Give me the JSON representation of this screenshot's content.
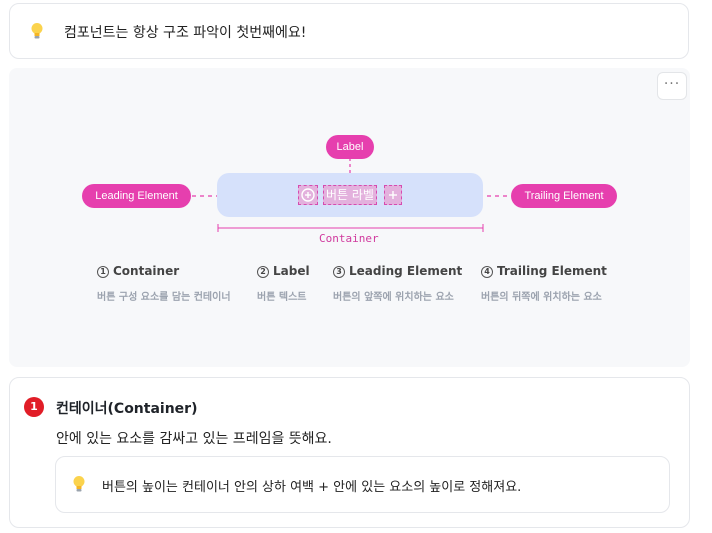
{
  "top_callout": {
    "icon": "lightbulb-icon",
    "text": "컴포넌트는 항상 구조 파악이 첫번째에요!"
  },
  "diagram": {
    "more_label": "···",
    "pills": {
      "label": "Label",
      "leading": "Leading Element",
      "trailing": "Trailing Element"
    },
    "button_text": "버튼 라벨",
    "container_label": "Container",
    "legend": [
      {
        "num": "1",
        "title": "Container",
        "desc": "버튼 구성 요소를 담는 컨테이너"
      },
      {
        "num": "2",
        "title": "Label",
        "desc": "버튼 텍스트"
      },
      {
        "num": "3",
        "title": "Leading Element",
        "desc": "버튼의 앞쪽에 위치하는 요소"
      },
      {
        "num": "4",
        "title": "Trailing Element",
        "desc": "버튼의 뒤쪽에 위치하는 요소"
      }
    ],
    "colors": {
      "accent": "#e63fae",
      "container": "#d6e1fb"
    }
  },
  "section": {
    "badge": "1",
    "title": "컨테이너(Container)",
    "description": "안에 있는 요소를 감싸고 있는 프레임을 뜻해요.",
    "tip": {
      "icon": "lightbulb-icon",
      "text": "버튼의 높이는 컨테이너 안의 상하 여백 + 안에 있는 요소의 높이로 정해져요."
    },
    "badge_color": "#e11d27"
  }
}
